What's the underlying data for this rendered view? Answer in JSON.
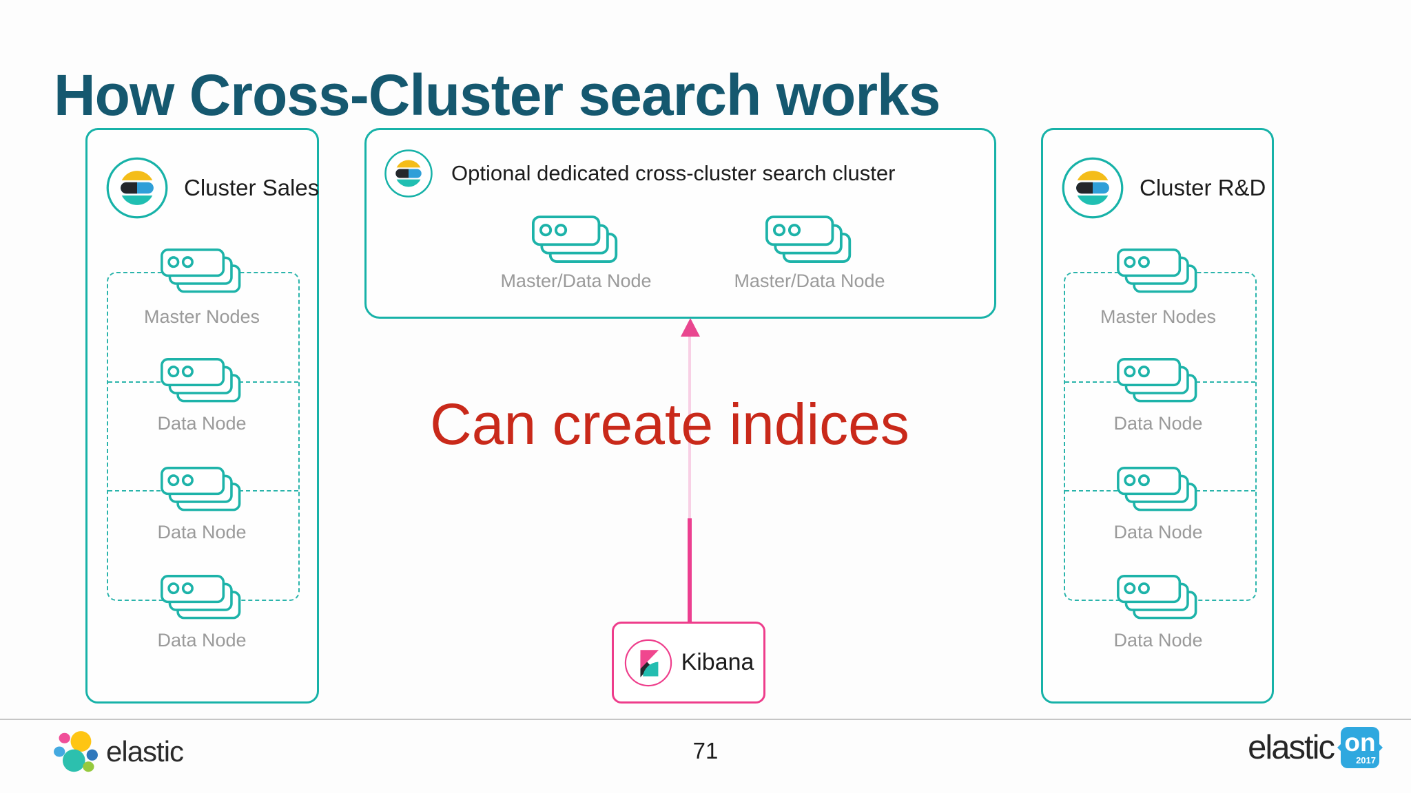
{
  "title": "How Cross-Cluster search works",
  "clusters": {
    "sales": {
      "label": "Cluster Sales",
      "nodes": [
        "Master Nodes",
        "Data Node",
        "Data Node",
        "Data Node"
      ]
    },
    "ccs": {
      "label": "Optional dedicated cross-cluster search cluster",
      "nodes": [
        "Master/Data Node",
        "Master/Data Node"
      ]
    },
    "rnd": {
      "label": "Cluster R&D",
      "nodes": [
        "Master Nodes",
        "Data Node",
        "Data Node",
        "Data Node"
      ]
    }
  },
  "annotation": {
    "text": "Can create indices"
  },
  "kibana": {
    "label": "Kibana"
  },
  "footer": {
    "brand_wordmark": "elastic",
    "page_number": "71",
    "event_wordmark": "elastic",
    "event_badge_text": "on",
    "event_badge_year": "2017"
  },
  "icons": {
    "cluster_badge": "elasticsearch-logo-icon",
    "node": "server-stack-icon",
    "kibana_badge": "kibana-logo-icon",
    "footer_brand": "elastic-logo-icon"
  },
  "colors": {
    "title_text": "#15586f",
    "teal_border": "#17b2a8",
    "teal_dashed": "#2ab4ab",
    "node_label_gray": "#9a9a9a",
    "annotation_red": "#c9291a",
    "kibana_pink": "#ee3d8b",
    "arrow_pink_dark": "#ec3f90",
    "arrow_pink_light": "#f8d0e5",
    "event_badge_blue": "#2fa8df"
  }
}
